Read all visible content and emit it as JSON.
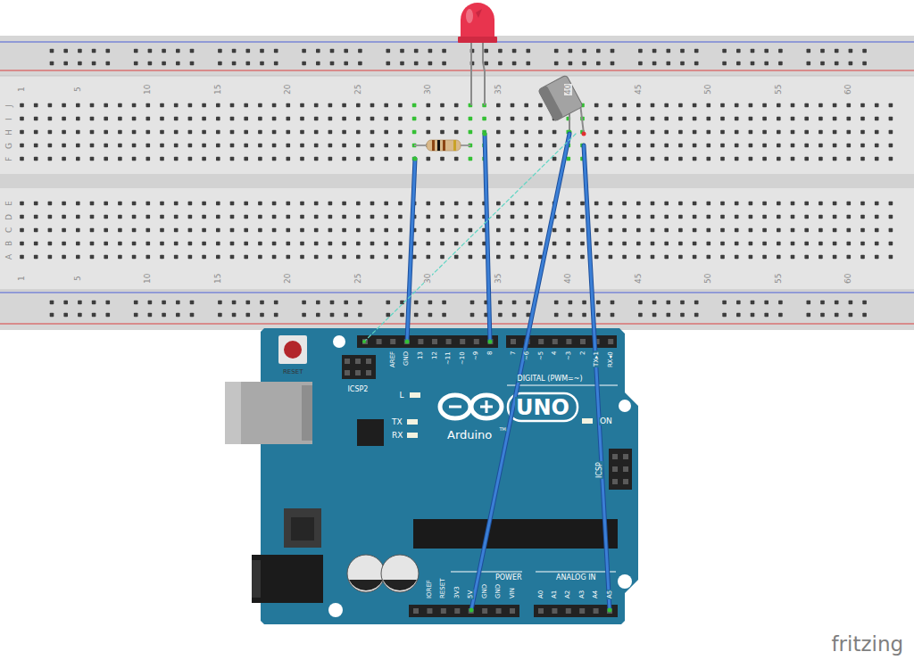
{
  "diagram": {
    "labels": [
      "1",
      "5",
      "10",
      "15",
      "20",
      "25",
      "30",
      "35",
      "40",
      "45",
      "50",
      "55",
      "60",
      "J",
      "I",
      "H",
      "G",
      "F",
      "E",
      "D",
      "C",
      "B",
      "A",
      "1",
      "5",
      "10",
      "15",
      "20",
      "25",
      "30",
      "35",
      "40",
      "45",
      "50",
      "55",
      "60",
      "RESET",
      "ICSP2",
      "AREF",
      "GND",
      "13",
      "12",
      "~11",
      "~10",
      "~9",
      "8",
      "7",
      "~6",
      "~5",
      "4",
      "~3",
      "2",
      "TX▸1",
      "RX◂0",
      "DIGITAL (PWM=~)",
      "L",
      "TX",
      "RX",
      "UNO",
      "Arduino",
      "TM",
      "ON",
      "ICSP",
      "IOREF",
      "RESET",
      "3V3",
      "5V",
      "GND",
      "GND",
      "VIN",
      "POWER",
      "ANALOG IN",
      "A0",
      "A1",
      "A2",
      "A3",
      "A4",
      "A5",
      "fritzing"
    ]
  }
}
